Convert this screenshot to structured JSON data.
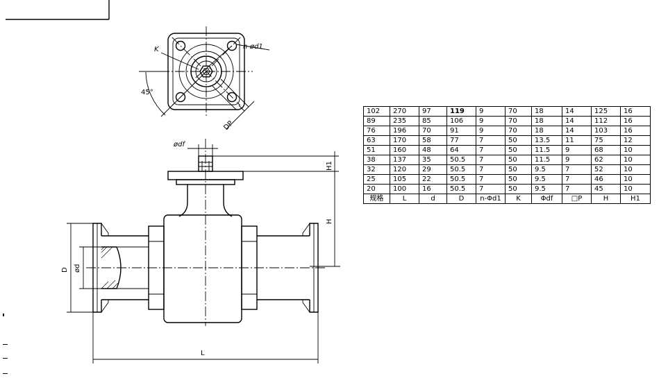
{
  "labels": {
    "k": "K",
    "n_d1": "n-ød1",
    "angle": "45°",
    "dp": "DP",
    "df": "ødf",
    "h1": "H1",
    "h": "H",
    "d_big": "D",
    "d_small": "ød",
    "l": "L"
  },
  "table": {
    "headers": [
      "规格",
      "L",
      "d",
      "D",
      "n-Φd1",
      "K",
      "Φdf",
      "□P",
      "H",
      "H1"
    ],
    "rows": [
      [
        "102",
        "270",
        "97",
        "119",
        "9",
        "70",
        "18",
        "14",
        "125",
        "16"
      ],
      [
        "89",
        "235",
        "85",
        "106",
        "9",
        "70",
        "18",
        "14",
        "112",
        "16"
      ],
      [
        "76",
        "196",
        "70",
        "91",
        "9",
        "70",
        "18",
        "14",
        "103",
        "16"
      ],
      [
        "63",
        "170",
        "58",
        "77",
        "7",
        "50",
        "13.5",
        "11",
        "75",
        "12"
      ],
      [
        "51",
        "160",
        "48",
        "64",
        "7",
        "50",
        "11.5",
        "9",
        "68",
        "10"
      ],
      [
        "38",
        "137",
        "35",
        "50.5",
        "7",
        "50",
        "11.5",
        "9",
        "62",
        "10"
      ],
      [
        "32",
        "120",
        "29",
        "50.5",
        "7",
        "50",
        "9.5",
        "7",
        "52",
        "10"
      ],
      [
        "25",
        "105",
        "22",
        "50.5",
        "7",
        "50",
        "9.5",
        "7",
        "46",
        "10"
      ],
      [
        "20",
        "100",
        "16",
        "50.5",
        "7",
        "50",
        "9.5",
        "7",
        "45",
        "10"
      ]
    ]
  }
}
